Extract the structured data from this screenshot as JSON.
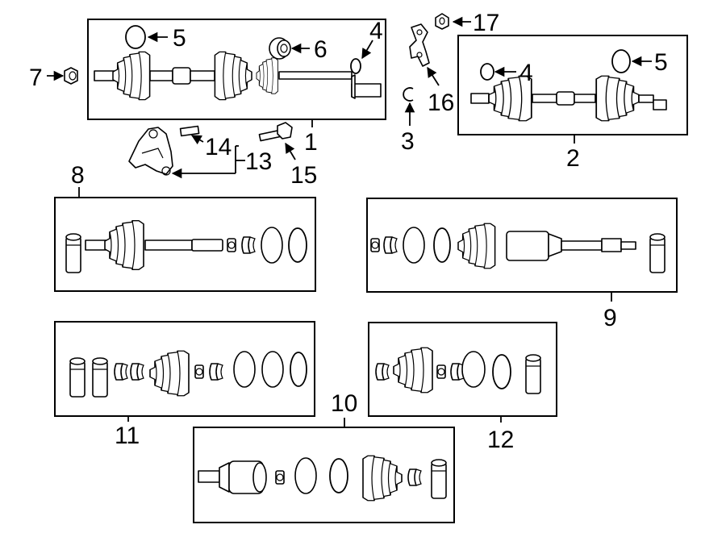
{
  "callouts": {
    "c1": "1",
    "c2": "2",
    "c3": "3",
    "c4a": "4",
    "c4b": "4",
    "c5a": "5",
    "c5b": "5",
    "c6": "6",
    "c7": "7",
    "c8": "8",
    "c9": "9",
    "c10": "10",
    "c11": "11",
    "c12": "12",
    "c13": "13",
    "c14": "14",
    "c15": "15",
    "c16": "16",
    "c17": "17"
  }
}
